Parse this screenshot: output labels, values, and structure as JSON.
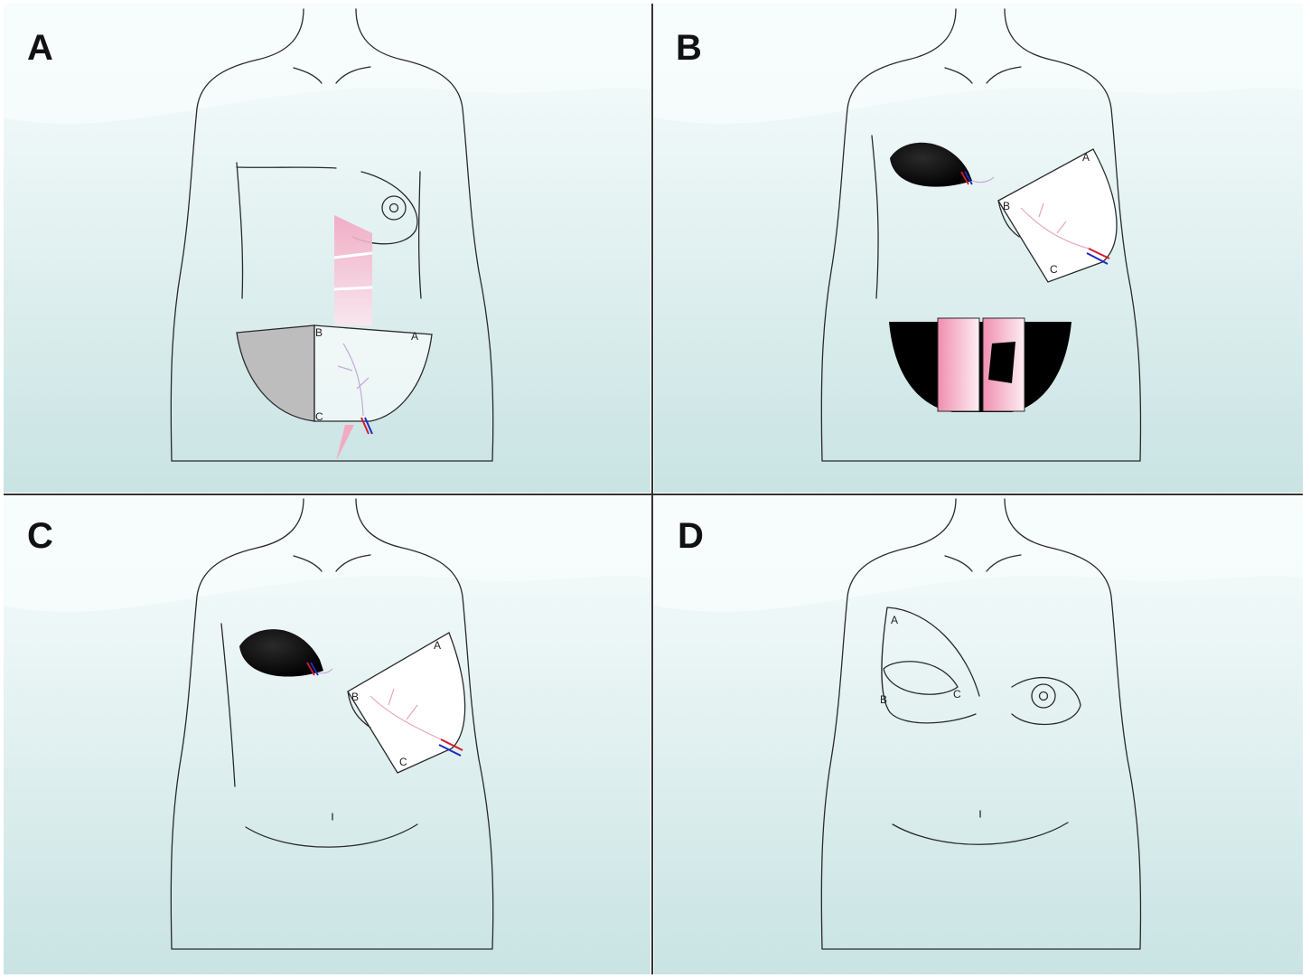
{
  "panels": [
    {
      "id": "A",
      "label": "A",
      "flap_labels": [
        "A",
        "B",
        "C"
      ]
    },
    {
      "id": "B",
      "label": "B",
      "flap_labels": [
        "A",
        "B",
        "C"
      ]
    },
    {
      "id": "C",
      "label": "C",
      "flap_labels": [
        "A",
        "B",
        "C"
      ]
    },
    {
      "id": "D",
      "label": "D",
      "flap_labels": [
        "A",
        "B",
        "C"
      ]
    }
  ],
  "colors": {
    "background_light": "#f4fafa",
    "background_teal": "#cfe6e6",
    "pink": "#f2a6c0",
    "artery": "#d8182e",
    "vein": "#1a2bc8",
    "defect": "#000000",
    "discard_zone": "#bdbdbd",
    "divider": "#333333"
  }
}
